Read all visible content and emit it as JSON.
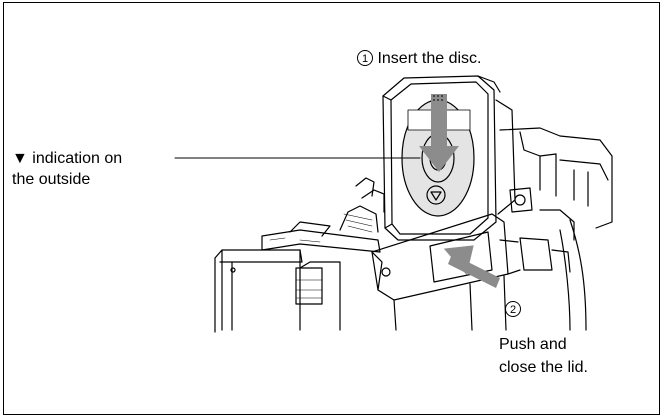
{
  "step1": {
    "marker": "1",
    "text": "Insert the disc."
  },
  "indication": {
    "line1": "▼ indication on",
    "line2": "the outside"
  },
  "step2": {
    "marker": "2",
    "line1": "Push and",
    "line2": "close the lid."
  },
  "colors": {
    "line": "#000000",
    "arrow": "#8c8c8c",
    "shade": "#bdbdbd",
    "lightshade": "#e4e4e4"
  },
  "icons": {
    "insert_arrow": "arrow-down-icon",
    "push_arrow": "arrow-up-right-icon",
    "triangle_mark": "triangle-down-icon"
  }
}
